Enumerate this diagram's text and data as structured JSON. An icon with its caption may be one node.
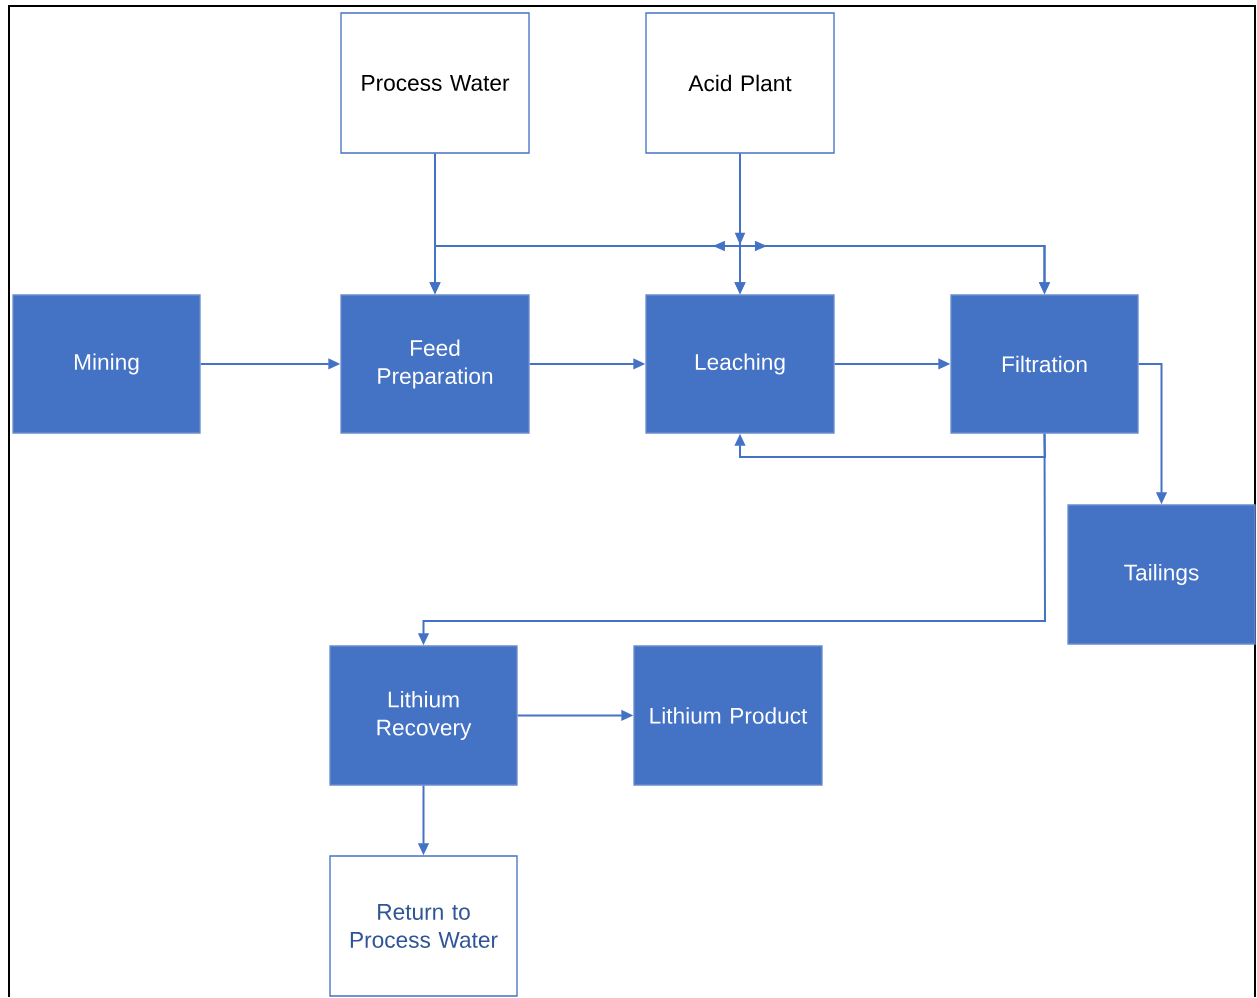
{
  "diagram": {
    "nodes": [
      {
        "text": [
          "Process Water"
        ]
      },
      {
        "text": [
          "Acid Plant"
        ]
      },
      {
        "text": [
          "Mining"
        ]
      },
      {
        "text": [
          "Feed Preparation"
        ]
      },
      {
        "text": [
          "Leaching"
        ]
      },
      {
        "text": [
          "Filtration"
        ]
      },
      {
        "text": [
          "Tailings"
        ]
      },
      {
        "text": [
          "Lithium Recovery"
        ]
      },
      {
        "text": [
          "Lithium Product"
        ]
      },
      {
        "text": [
          "Return to Process Water"
        ]
      }
    ],
    "edges": [
      {
        "from": 0,
        "to": 3,
        "arrow": "to"
      },
      {
        "from": 0,
        "to": 4,
        "arrow": "to"
      },
      {
        "from": 0,
        "to": 5,
        "arrow": "to"
      },
      {
        "from": 1,
        "to": 4,
        "arrow": "to"
      },
      {
        "from": 1,
        "to": 5,
        "arrow": "to"
      },
      {
        "from": 1,
        "to": 3,
        "arrow": "to"
      },
      {
        "from": 2,
        "to": 3,
        "arrow": "to"
      },
      {
        "from": 3,
        "to": 4,
        "arrow": "to"
      },
      {
        "from": 4,
        "to": 5,
        "arrow": "to"
      },
      {
        "from": 5,
        "to": 6,
        "arrow": "to"
      },
      {
        "from": 5,
        "to": 4,
        "arrow": "to"
      },
      {
        "from": 5,
        "to": 7,
        "arrow": "to"
      },
      {
        "from": 7,
        "to": 8,
        "arrow": "to"
      },
      {
        "from": 7,
        "to": 9,
        "arrow": "to"
      }
    ]
  }
}
